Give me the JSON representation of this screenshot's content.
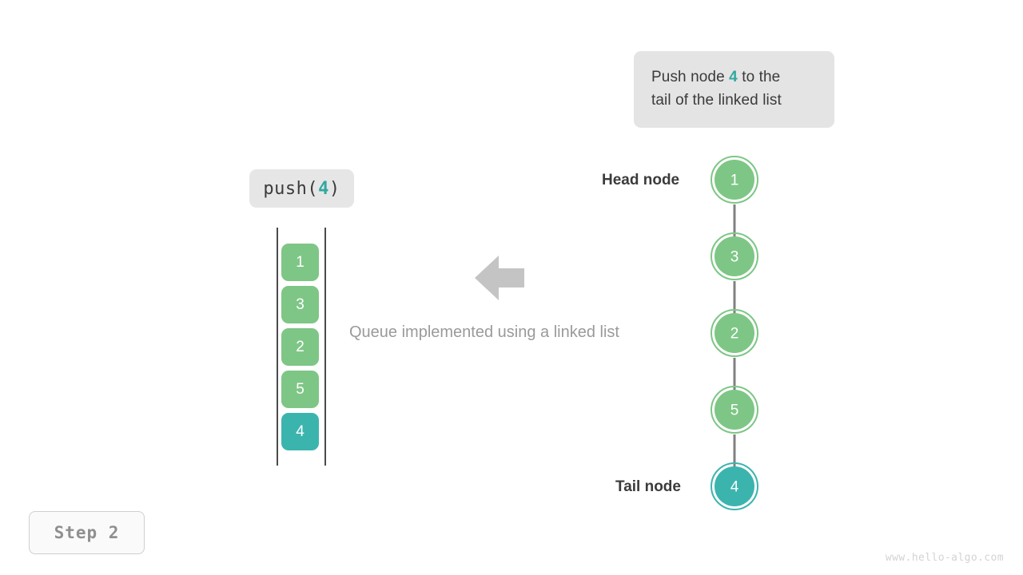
{
  "colors": {
    "green": "#7ec686",
    "teal": "#3cb4ae",
    "arrow_gray": "#808080",
    "block_arrow_gray": "#c4c4c4",
    "box_bg": "#e4e4e4",
    "text_dark": "#3b3b3b",
    "text_muted": "#9a9a9a",
    "rail": "#4a4a4a"
  },
  "callout": {
    "line1_before": "Push node ",
    "line1_highlight": "4",
    "line1_after": " to the",
    "line2": "tail of the linked list"
  },
  "operation": {
    "prefix": "push(",
    "value": "4",
    "suffix": ")"
  },
  "queue_column": {
    "cells": [
      {
        "value": "1",
        "color": "#7ec686"
      },
      {
        "value": "3",
        "color": "#7ec686"
      },
      {
        "value": "2",
        "color": "#7ec686"
      },
      {
        "value": "5",
        "color": "#7ec686"
      },
      {
        "value": "4",
        "color": "#3cb4ae"
      }
    ]
  },
  "caption": "Queue implemented using a linked list",
  "linked_list": {
    "head_label": "Head node",
    "tail_label": "Tail node",
    "nodes": [
      {
        "value": "1",
        "color": "#7ec686"
      },
      {
        "value": "3",
        "color": "#7ec686"
      },
      {
        "value": "2",
        "color": "#7ec686"
      },
      {
        "value": "5",
        "color": "#7ec686"
      },
      {
        "value": "4",
        "color": "#3cb4ae"
      }
    ]
  },
  "step_badge": "Step 2",
  "watermark": "www.hello-algo.com"
}
